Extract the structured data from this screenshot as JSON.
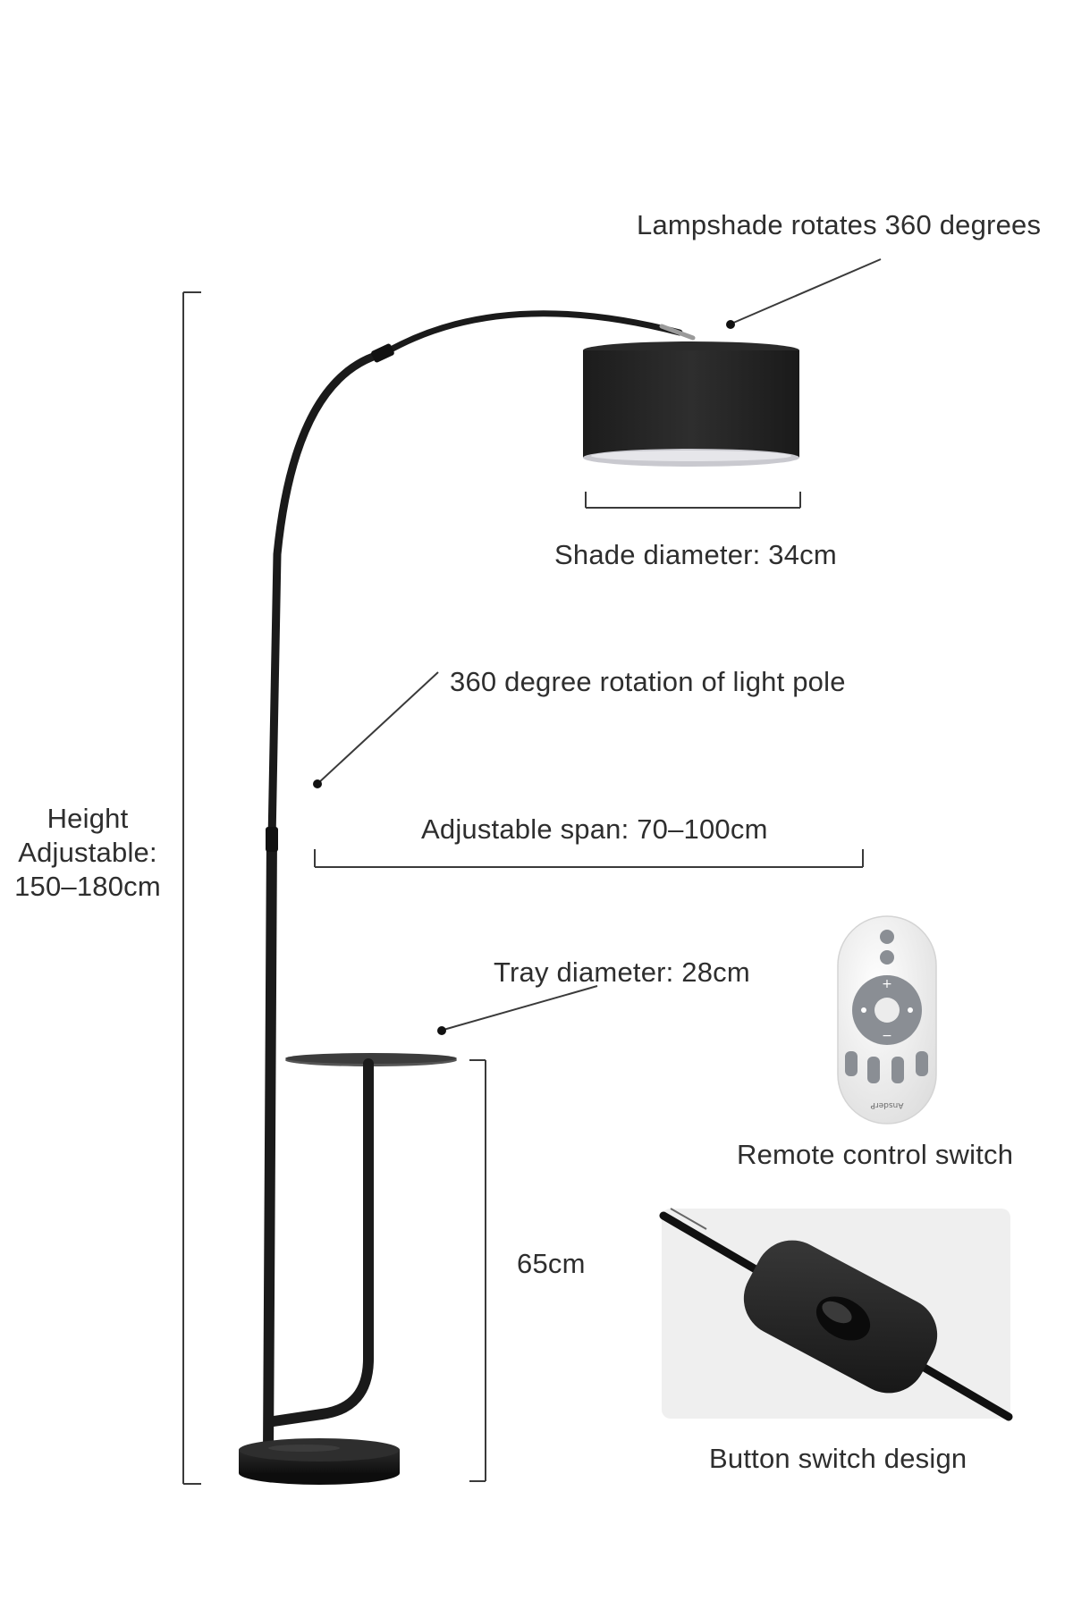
{
  "annotations": {
    "lampshade_rotation": "Lampshade rotates 360 degrees",
    "shade_diameter": "Shade diameter: 34cm",
    "pole_rotation": "360 degree rotation of light pole",
    "adjustable_span": "Adjustable span: 70–100cm",
    "height_line1": "Height",
    "height_line2": "Adjustable:",
    "height_line3": "150–180cm",
    "tray_diameter": "Tray diameter: 28cm",
    "tray_height": "65cm",
    "remote_caption": "Remote control switch",
    "button_caption": "Button switch design"
  },
  "remote": {
    "brand": "AnsderP"
  },
  "colors": {
    "lamp_black": "#1a1a1a",
    "text": "#2e2e2e",
    "guide_line": "#3a3a3a",
    "remote_body": "#f2f2f2",
    "remote_buttons": "#8a8e94",
    "switch_panel": "#efefef"
  }
}
